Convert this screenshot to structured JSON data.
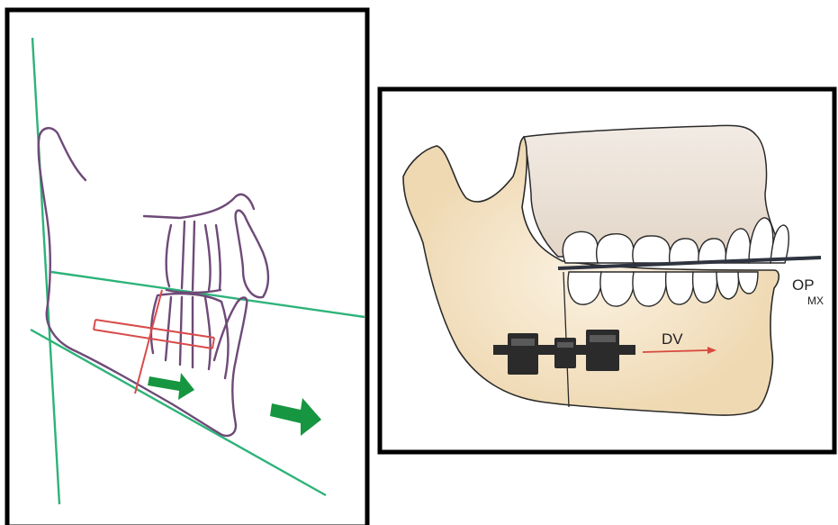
{
  "left_panel": {
    "description_colors": {
      "reference_lines": "#2db37a",
      "tracing": "#6e4a78",
      "device": "#d94b4b",
      "arrows": "#169640"
    },
    "arrow_icons": [
      "green-arrow-icon",
      "green-arrow-icon"
    ]
  },
  "right_panel": {
    "labels": {
      "op": "OP",
      "mx": "MX",
      "dv": "DV"
    },
    "colors": {
      "bone_fill": "#efd9b3",
      "maxilla_shade": "#e7ddd3",
      "plane_line": "#2f3440",
      "device": "#2b2b2b",
      "dv_arrow": "#d7493f"
    }
  },
  "frame_color": "#000000"
}
